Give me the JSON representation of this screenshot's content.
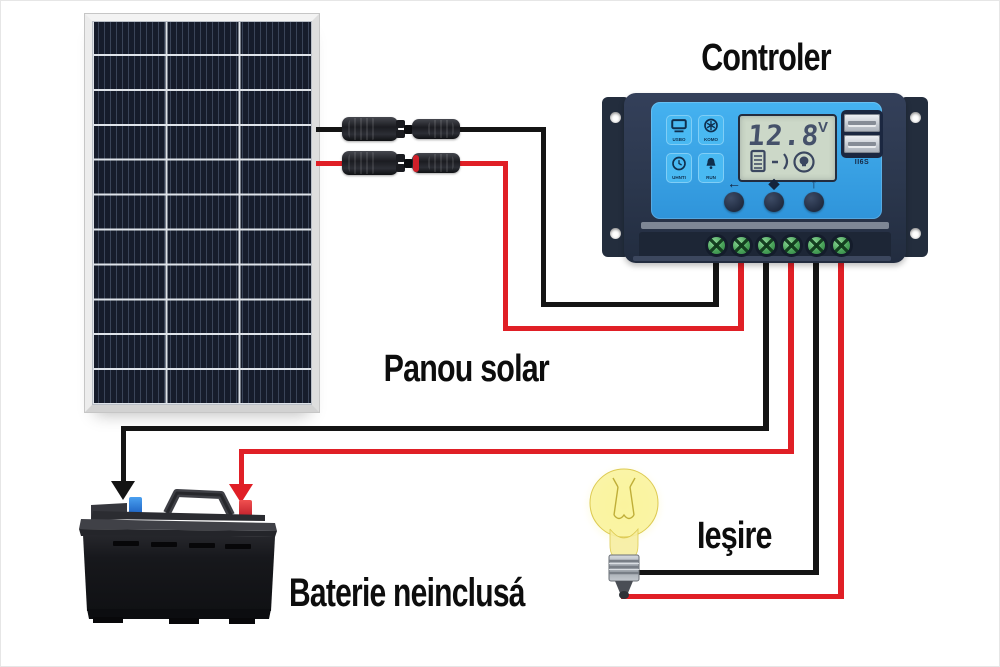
{
  "labels": {
    "controller": "Controler",
    "solar_panel": "Panou solar",
    "battery": "Baterie neinclusá",
    "output": "Ieşire"
  },
  "controller": {
    "display": {
      "voltage": "12.8",
      "unit": "V"
    },
    "nav_symbols": {
      "left": "←",
      "middle": "◆",
      "right": "↑"
    },
    "tiles": [
      {
        "icon": "screen-icon",
        "label": "USBO"
      },
      {
        "icon": "snowflake-icon",
        "label": "KOMO"
      },
      {
        "icon": "clock-icon",
        "label": "UHNTI"
      },
      {
        "icon": "bell-icon",
        "label": "RUN"
      }
    ],
    "usb_label": "II6S",
    "terminal_count": 6
  },
  "colors": {
    "wire_positive": "#e01f26",
    "wire_negative": "#141414",
    "controller_blue": "#3fa9e9",
    "controller_body": "#2b374d",
    "lcd_background": "#ccd8c8",
    "terminal_green": "#4aa35a",
    "bulb_glow": "#f7ee82",
    "battery_negative_terminal": "#2e86e8",
    "battery_positive_terminal": "#e03038"
  },
  "diagram": {
    "type": "wiring-diagram",
    "components": [
      "solar panel",
      "charge controller",
      "battery",
      "light bulb load"
    ],
    "connections": [
      {
        "from": "solar panel",
        "to": "controller PV terminals",
        "wires": [
          "black negative",
          "red positive"
        ],
        "via": "MC4 connector pairs"
      },
      {
        "from": "controller battery terminals",
        "to": "battery",
        "wires": [
          "black negative",
          "red positive"
        ]
      },
      {
        "from": "controller load terminals",
        "to": "light bulb",
        "wires": [
          "black negative",
          "red positive"
        ]
      }
    ]
  }
}
